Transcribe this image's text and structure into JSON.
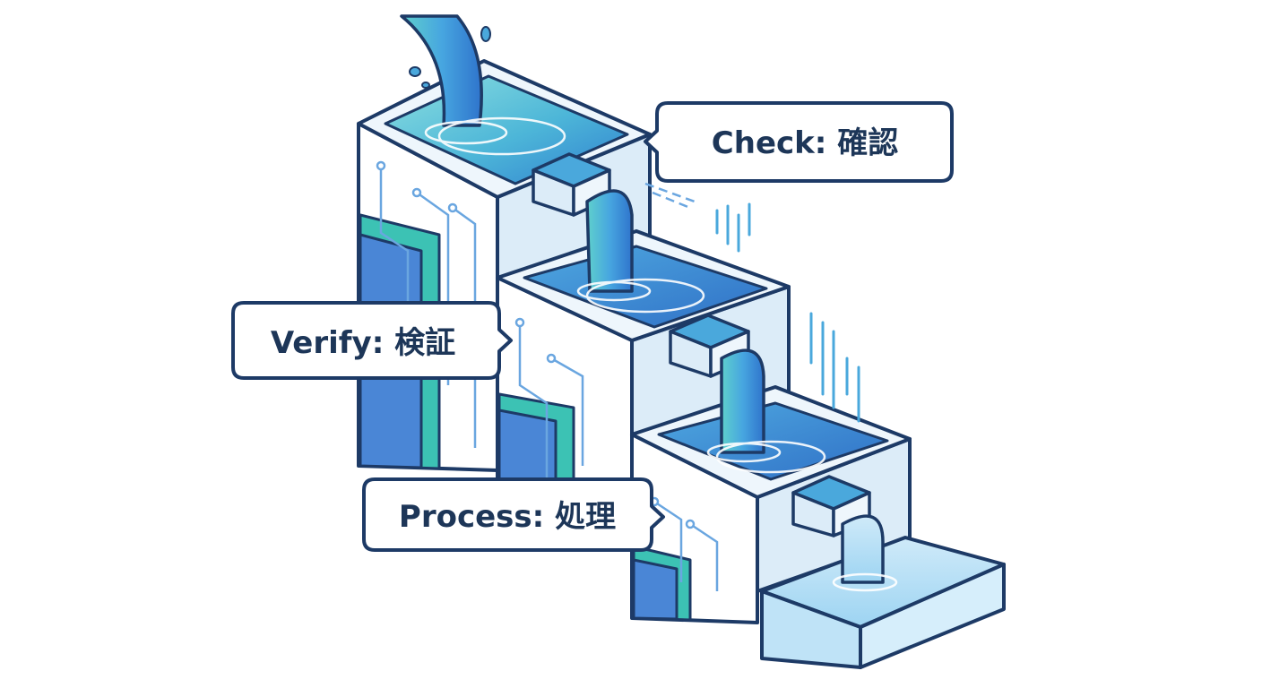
{
  "labels": {
    "check": "Check: 確認",
    "verify": "Verify: 検証",
    "process": "Process: 処理"
  },
  "colors": {
    "outline": "#1d3a66",
    "water_light": "#7fd3d9",
    "water_mid": "#4aa8dc",
    "water_deep": "#2f6fc6",
    "teal_accent": "#3cc2b4",
    "panel_blue": "#4a86d6",
    "tank_face": "#dcecf8",
    "tank_side": "#eef6fc",
    "trace": "#6aa6e0",
    "label_text": "#1d3658"
  },
  "icons": [
    "water-stream-icon",
    "filter-box-icon",
    "circuit-trace-icon"
  ]
}
